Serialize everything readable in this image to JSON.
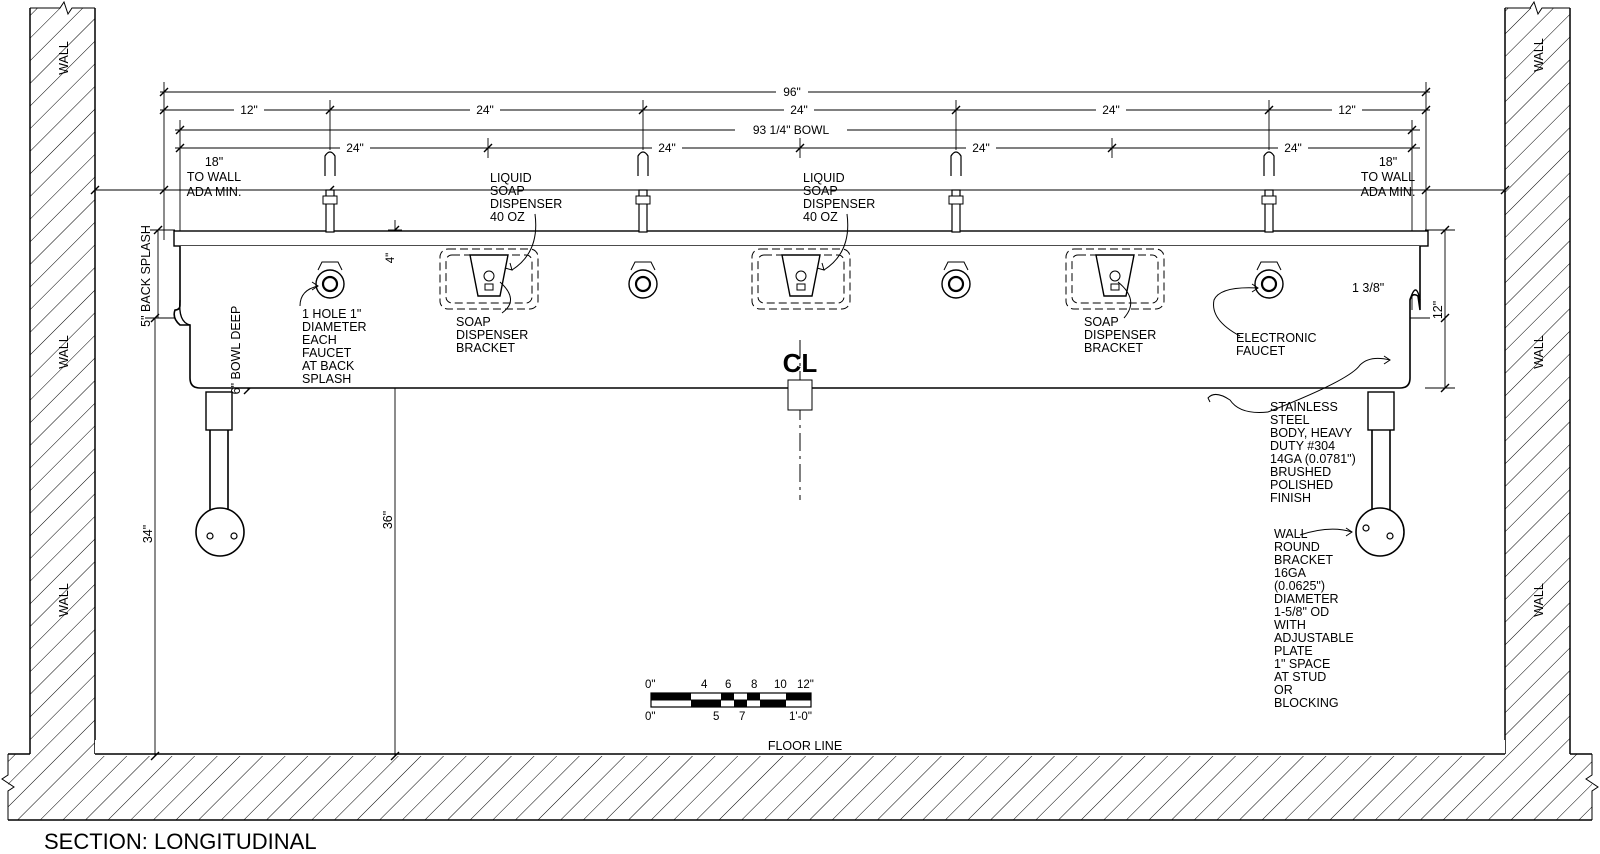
{
  "title": "SECTION: LONGITUDINAL",
  "labels": {
    "wall": "WALL",
    "floor_line": "FLOOR LINE",
    "centerline": "CL",
    "back_splash": "5\" BACK SPLASH",
    "bowl_deep": "6\" BOWL DEEP",
    "dim_34": "34\"",
    "dim_36": "36\"",
    "dim_4": "4\"",
    "dim_12_right": "12\"",
    "dim_1_3_8": "1 3/8\""
  },
  "dimensions": {
    "overall": "96\"",
    "row2": [
      "12\"",
      "24\"",
      "24\"",
      "24\"",
      "12\""
    ],
    "bowl": "93 1/4\" BOWL",
    "row4": [
      "24\"",
      "24\"",
      "24\"",
      "24\""
    ]
  },
  "notes": {
    "to_wall_left": [
      "18\"",
      "TO WALL",
      "ADA MIN."
    ],
    "to_wall_right": [
      "18\"",
      "TO WALL",
      "ADA MIN."
    ],
    "soap_dispenser_1": [
      "LIQUID",
      "SOAP",
      "DISPENSER",
      "40 OZ"
    ],
    "soap_dispenser_2": [
      "LIQUID",
      "SOAP",
      "DISPENSER",
      "40 OZ"
    ],
    "hole": [
      "1 HOLE 1\"",
      "DIAMETER",
      "EACH",
      "FAUCET",
      "AT BACK",
      "SPLASH"
    ],
    "bracket_1": [
      "SOAP",
      "DISPENSER",
      "BRACKET"
    ],
    "bracket_2": [
      "SOAP",
      "DISPENSER",
      "BRACKET"
    ],
    "electronic_faucet": [
      "ELECTRONIC",
      "FAUCET"
    ],
    "stainless": [
      "STAINLESS",
      "STEEL",
      "BODY, HEAVY",
      "DUTY #304",
      "14GA (0.0781\")",
      "BRUSHED",
      "POLISHED",
      "FINISH"
    ],
    "wall_bracket": [
      "WALL",
      "ROUND",
      "BRACKET",
      "16GA",
      "(0.0625\")",
      "DIAMETER",
      "1-5/8\" OD",
      "WITH",
      "ADJUSTABLE",
      "PLATE",
      "1\" SPACE",
      "AT STUD",
      "OR",
      "BLOCKING"
    ]
  },
  "scale_bar": {
    "top_labels": [
      "0\"",
      "4",
      "6",
      "8",
      "10",
      "12\""
    ],
    "bottom_labels": [
      "0\"",
      "5",
      "7",
      "1'-0\""
    ]
  }
}
